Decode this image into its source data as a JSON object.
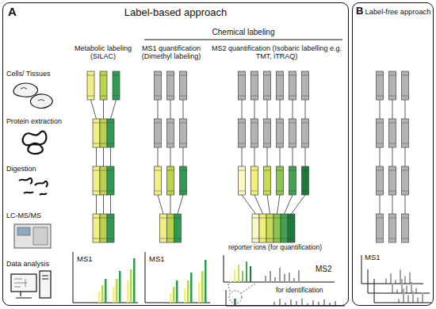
{
  "diagram": {
    "nodes": [
      {
        "text": [
          "A",
          "Label-based approach"
        ]
      },
      {
        "text": [
          "B",
          "Label-free approach"
        ]
      }
    ],
    "labels": [
      "Chemical labeling",
      "Metabolic labeling (SILAC)",
      "MS1 quantification (Dimethyl labeling)",
      "MS2 quantification (Isobaric labelling e.g. TMT, iTRAQ)",
      "Cells/ Tissues",
      "Protein extraction",
      "Digestion",
      "LC-MS/MS",
      "reporter ions (for quantification)",
      "Data analysis",
      "MS1",
      "MS1",
      "MS2",
      "for identification",
      "MS1"
    ]
  }
}
